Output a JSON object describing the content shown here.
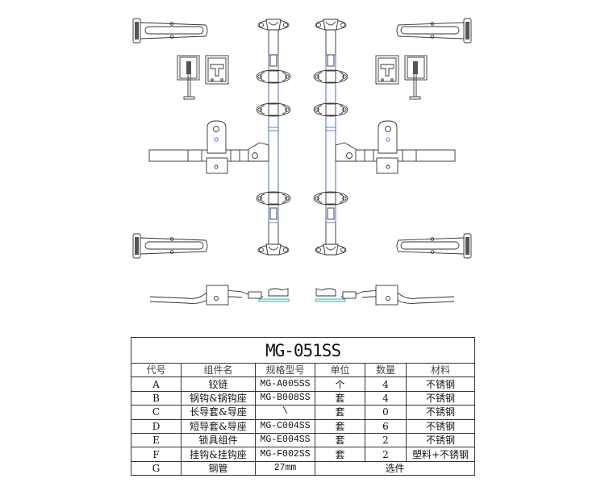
{
  "drawing": {
    "colors": {
      "line": "#333333",
      "rod_highlight": "#4a6fd0",
      "base_plate": "#3aa8b8"
    }
  },
  "table": {
    "title": "MG-051SS",
    "headers": [
      "代号",
      "组件名",
      "规格型号",
      "单位",
      "数量",
      "材料"
    ],
    "rows": [
      [
        "A",
        "铰链",
        "MG-A005SS",
        "个",
        "4",
        "不锈钢"
      ],
      [
        "B",
        "锅钩&锅钩座",
        "MG-B008SS",
        "套",
        "4",
        "不锈钢"
      ],
      [
        "C",
        "长导套&导座",
        "\\",
        "套",
        "0",
        "不锈钢"
      ],
      [
        "D",
        "短导套&导座",
        "MG-C004SS",
        "套",
        "6",
        "不锈钢"
      ],
      [
        "E",
        "锁具组件",
        "MG-E004SS",
        "套",
        "2",
        "不锈钢"
      ],
      [
        "F",
        "挂钩&挂钩座",
        "MG-F002SS",
        "套",
        "2",
        "塑料+不锈钢"
      ]
    ],
    "last_row": {
      "code": "G",
      "name": "钢管",
      "spec": "27mm",
      "note": "选件"
    }
  }
}
